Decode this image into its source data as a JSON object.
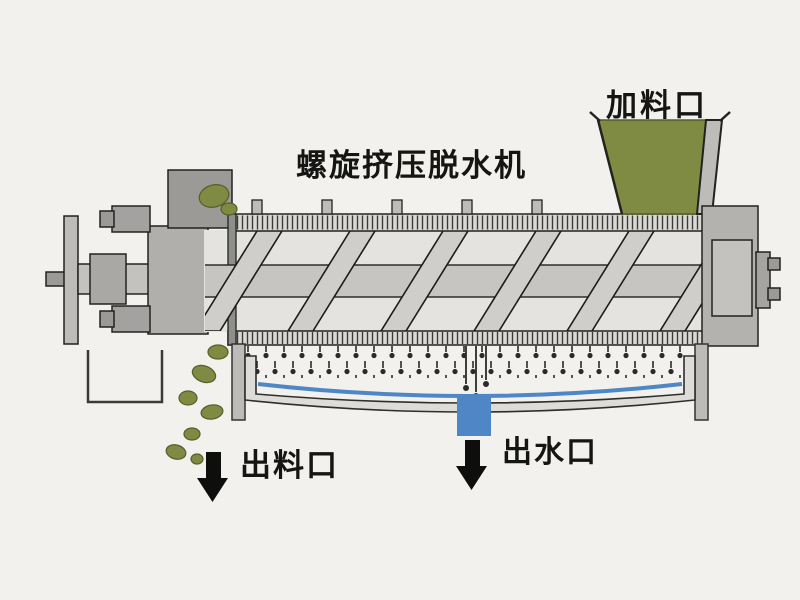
{
  "diagram": {
    "title": "螺旋挤压脱水机",
    "labels": {
      "feed_inlet": "加料口",
      "discharge_outlet": "出料口",
      "water_outlet": "出水口"
    },
    "colors": {
      "background": "#f2f1ee",
      "machine_gray": "#bdbcb9",
      "machine_gray_light": "#d9d8d5",
      "machine_gray_dark": "#9b9a97",
      "outline": "#22221f",
      "material_green": "#7f8a42",
      "water_blue": "#4f86c6",
      "droplet": "#2a2a28"
    }
  }
}
